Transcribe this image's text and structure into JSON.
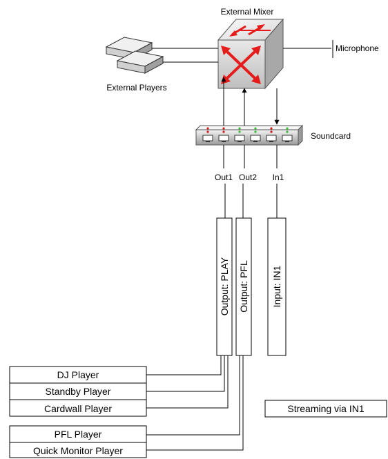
{
  "devices": {
    "mixer": {
      "label": "External Mixer",
      "icon": "mixer-switch-icon"
    },
    "players": {
      "label": "External Players",
      "icon": "player-device-icon"
    },
    "microphone": {
      "label": "Microphone"
    },
    "soundcard": {
      "label": "Soundcard",
      "icon": "soundcard-icon"
    }
  },
  "ports": {
    "out1": "Out1",
    "out2": "Out2",
    "in1": "In1"
  },
  "channels": {
    "play": "Output: PLAY",
    "pfl": "Output: PFL",
    "in1": "Input: IN1"
  },
  "player_groups": {
    "output_play": [
      "DJ Player",
      "Standby Player",
      "Cardwall Player"
    ],
    "output_pfl": [
      "PFL Player",
      "Quick Monitor Player"
    ]
  },
  "streaming": {
    "label": "Streaming via IN1"
  },
  "colors": {
    "arrow_red": "#e41c1c",
    "led_red": "#d51c1c",
    "led_green": "#3bbf3b",
    "metal_light": "#f2f2f2",
    "metal_dark": "#8c8c8c"
  }
}
